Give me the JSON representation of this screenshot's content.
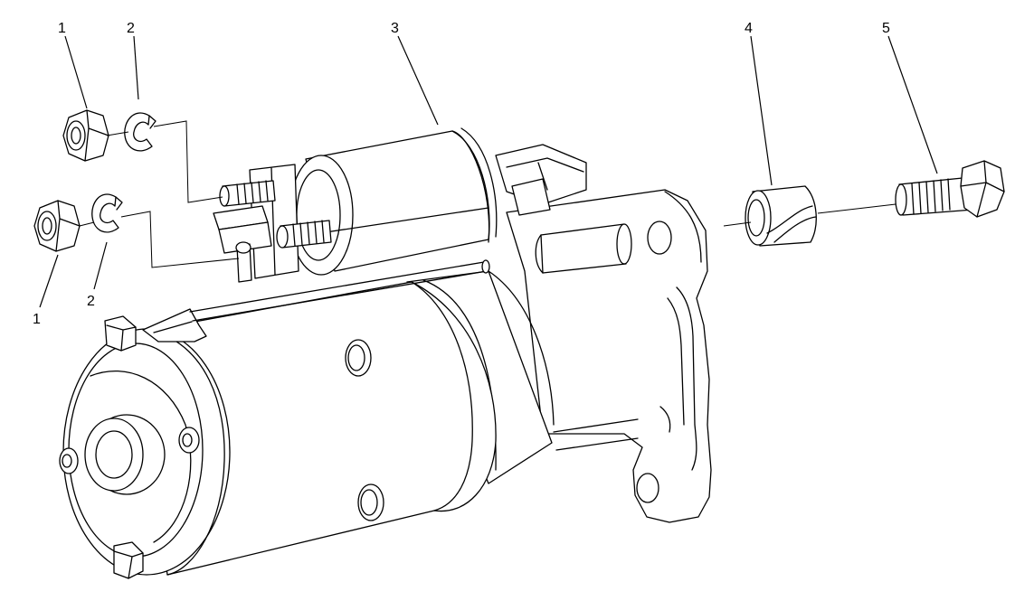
{
  "callouts": [
    {
      "label": "1"
    },
    {
      "label": "2"
    },
    {
      "label": "3"
    },
    {
      "label": "4"
    },
    {
      "label": "5"
    },
    {
      "label": "1"
    },
    {
      "label": "2"
    }
  ]
}
